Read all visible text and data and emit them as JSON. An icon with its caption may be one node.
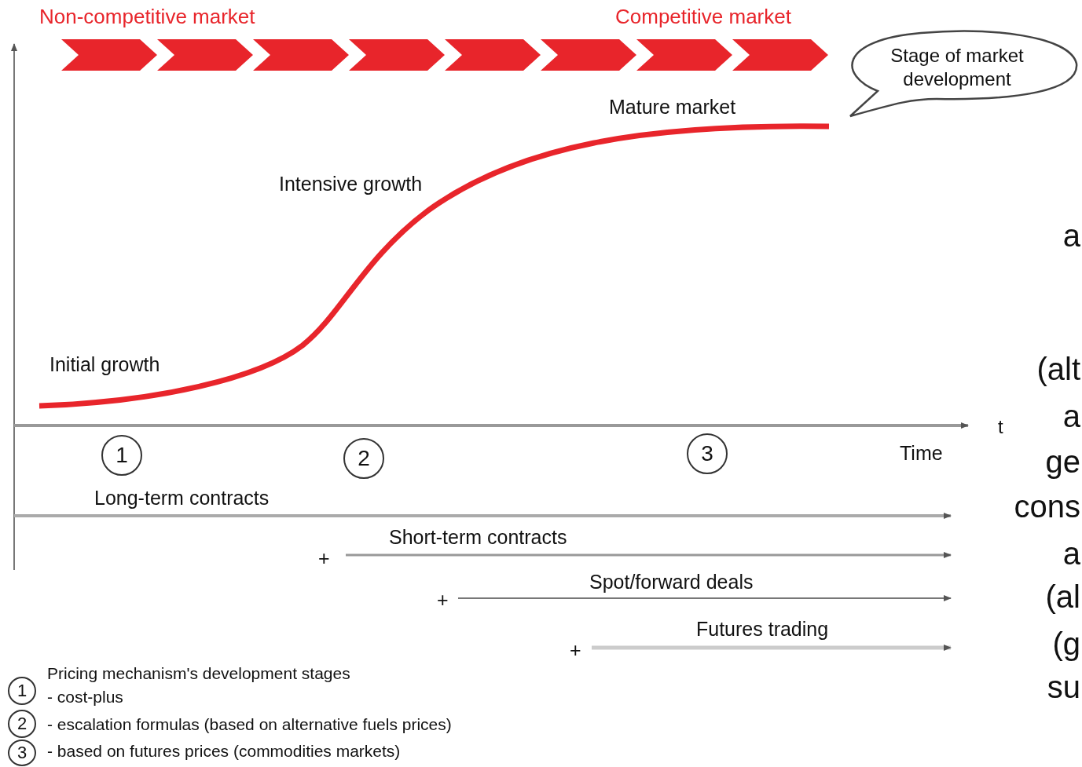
{
  "diagram": {
    "nodes": [
      {
        "text": [
          "Stage of market development"
        ]
      },
      {
        "text": [
          "1"
        ]
      },
      {
        "text": [
          "2"
        ]
      },
      {
        "text": [
          "3"
        ]
      },
      {
        "text": [
          "1"
        ]
      },
      {
        "text": [
          "2"
        ]
      },
      {
        "text": [
          "3"
        ]
      }
    ],
    "labels": [
      "Non-competitive market",
      "Competitive market",
      "Mature market",
      "Intensive growth",
      "Initial growth",
      "t",
      "Time",
      "Long-term contracts",
      "+",
      "Short-term contracts",
      "+",
      "Spot/forward deals",
      "+",
      "Futures trading",
      "Pricing mechanism's development stages",
      "- cost-plus",
      "- escalation formulas (based on alternative fuels prices)",
      "- based on futures prices (commodities markets)",
      "a",
      "(alt",
      "a",
      "ge",
      "cons",
      "a",
      "(al",
      "(g",
      "su"
    ]
  }
}
